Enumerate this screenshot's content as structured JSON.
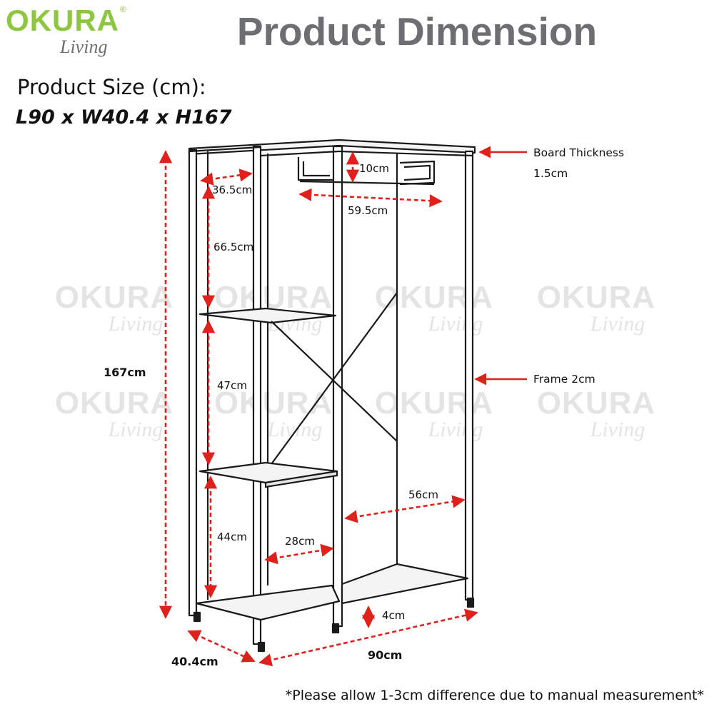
{
  "brand": {
    "name": "OKURA",
    "registered": "®",
    "tagline": "Living"
  },
  "title": "Product Dimension",
  "product_size": {
    "label": "Product Size (cm):",
    "value": "L90 x W40.4 x H167"
  },
  "dimensions": {
    "shelf_width": "36.5cm",
    "upper_height": "66.5cm",
    "middle_height": "47cm",
    "lower_height": "44cm",
    "rail_drop": "10cm",
    "rail_length": "59.5cm",
    "hanging_width": "56cm",
    "shelf_depth": "28cm",
    "foot_height": "4cm",
    "total_height": "167cm",
    "total_depth": "40.4cm",
    "total_length": "90cm"
  },
  "notes": {
    "board_thickness_line1": "Board Thickness",
    "board_thickness_line2": "1.5cm",
    "frame": "Frame 2cm"
  },
  "disclaimer": "*Please allow 1-3cm difference due to manual measurement*",
  "colors": {
    "brand_green": "#8dc63f",
    "title_gray": "#6d6e71",
    "dimension_red": "#e0201b",
    "frame_black": "#1a1a1a"
  }
}
